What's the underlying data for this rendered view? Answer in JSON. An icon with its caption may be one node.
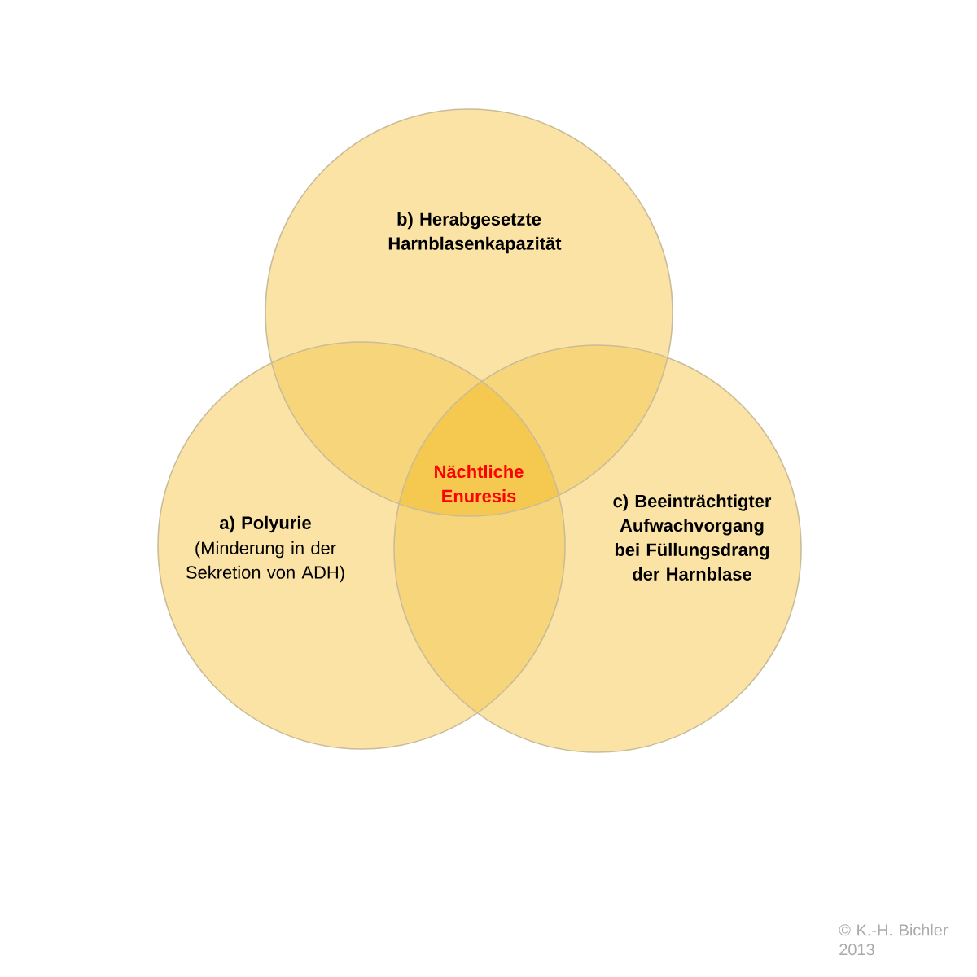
{
  "diagram": {
    "nodes": [
      {
        "text": [
          "b) Herabgesetzte Harnblasenkapazität"
        ]
      },
      {
        "text": [
          "a) Polyurie",
          "(Minderung in der Sekretion von ADH)"
        ]
      },
      {
        "text": [
          "c) Beeinträchtigter Aufwachvorgang bei Füllungsdrang der Harnblase"
        ]
      }
    ],
    "labels": [
      "Nächtliche Enuresis",
      "© K.-H. Bichler 2013"
    ]
  }
}
